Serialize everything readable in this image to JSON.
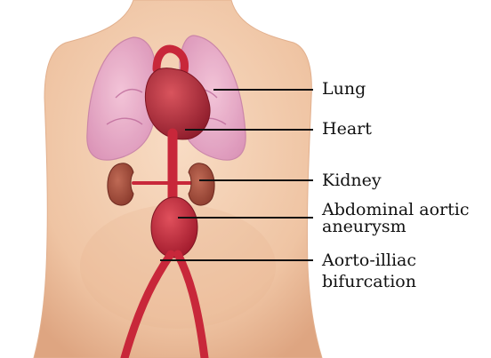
{
  "labels": {
    "lung": "Lung",
    "heart": "Heart",
    "kidney": "Kidney",
    "aneurysm_line1": "Abdominal aortic",
    "aneurysm_line2": "aneurysm",
    "bifurcation_line1": "Aorto-illiac",
    "bifurcation_line2": "bifurcation"
  },
  "colors": {
    "skin": "#f3cfb2",
    "skin_shadow": "#e2b08e",
    "lung": "#ecaed0",
    "lung_edge": "#c77fa8",
    "heart": "#b6283a",
    "artery": "#c8273a",
    "kidney": "#9f4a3a",
    "leader_line": "#111111"
  }
}
